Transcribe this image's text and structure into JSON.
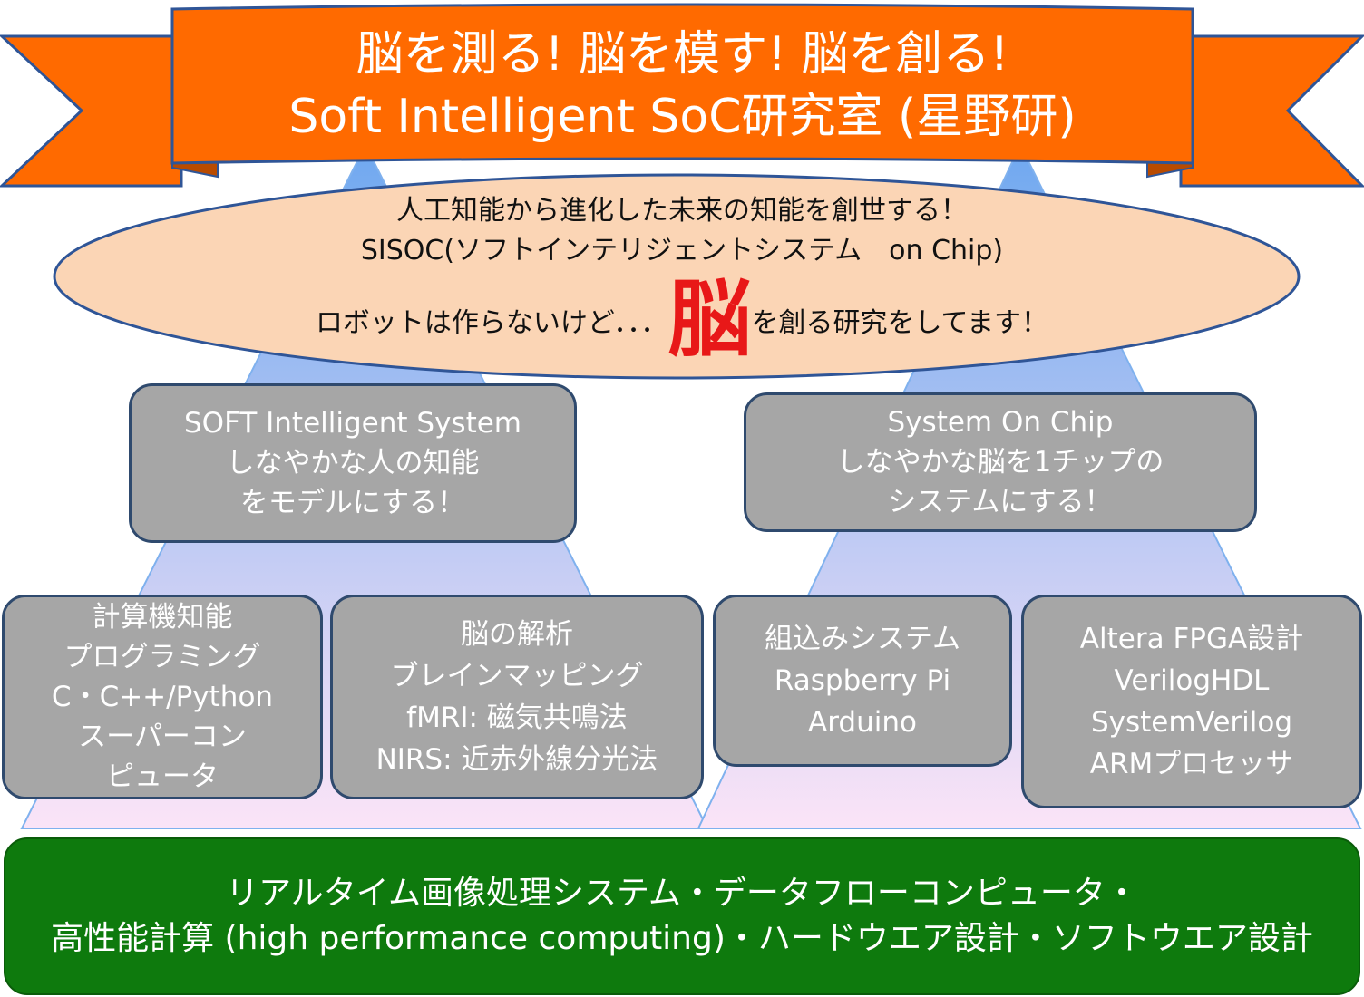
{
  "banner": {
    "line1": "脳を測る! 脳を模す! 脳を創る!",
    "line2": "Soft Intelligent SoC研究室 (星野研)",
    "color": "#ff6a00",
    "edge_color": "#2f5597"
  },
  "ellipse": {
    "line1": "人工知能から進化した未来の知能を創世する！",
    "line2": "SISOC(ソフトインテリジェントシステム　on Chip)",
    "line3_before": "ロボットは作らないけど．．．",
    "highlight": "脳",
    "line3_after": "を創る研究をしてます！",
    "fill": "#fbd5b5",
    "highlight_color": "#e81818"
  },
  "left_top": {
    "lines": [
      "SOFT Intelligent System",
      "しなやかな人の知能",
      "をモデルにする！"
    ]
  },
  "right_top": {
    "lines": [
      "System On Chip",
      "しなやかな脳を1チップの",
      "システムにする！"
    ]
  },
  "boxes": [
    {
      "lines": [
        "計算機知能",
        "プログラミング",
        "C・C++/Python",
        "スーパーコン",
        "ピュータ"
      ]
    },
    {
      "lines": [
        "脳の解析",
        "ブレインマッピング",
        "fMRI: 磁気共鳴法",
        "NIRS: 近赤外線分光法"
      ]
    },
    {
      "lines": [
        "組込みシステム",
        "Raspberry Pi",
        "Arduino"
      ]
    },
    {
      "lines": [
        "Altera FPGA設計",
        "VerilogHDL",
        "SystemVerilog",
        "ARMプロセッサ"
      ]
    }
  ],
  "bottom": {
    "line1": "リアルタイム画像処理システム・データフローコンピュータ・",
    "line2": "高性能計算 (high performance computing)・ハードウエア設計・ソフトウエア設計",
    "fill": "#0e7a0d"
  },
  "colors": {
    "box_fill": "#a6a6a6",
    "box_border": "#2f4a6e",
    "triangle_top": "#6fa8f0",
    "triangle_bottom": "#fbe4f7"
  }
}
